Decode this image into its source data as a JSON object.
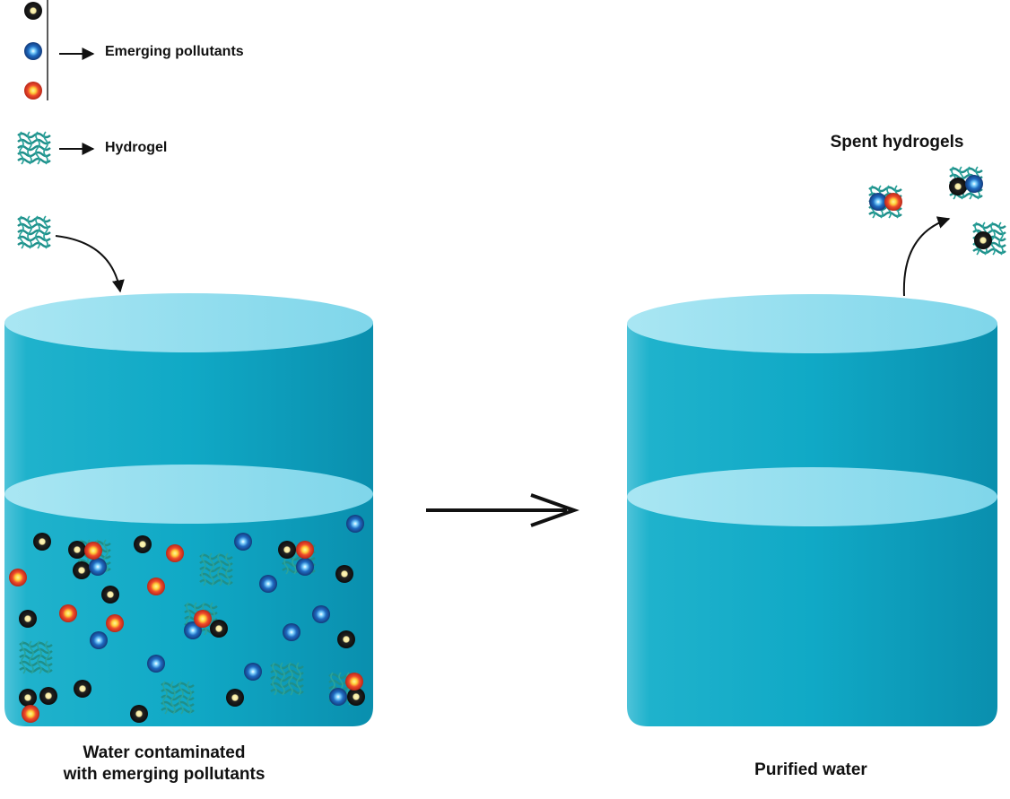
{
  "legend": {
    "pollutants_label": "Emerging pollutants",
    "hydrogel_label": "Hydrogel",
    "pollutant_types": [
      "black-particle-icon",
      "blue-particle-icon",
      "red-particle-icon"
    ]
  },
  "left_tank": {
    "caption_line1": "Water contaminated",
    "caption_line2": "with emerging pollutants"
  },
  "right_tank": {
    "caption": "Purified water",
    "spent_label": "Spent hydrogels"
  },
  "colors": {
    "water": "#12a3c0",
    "water_dark": "#0a8fae",
    "ellipse_top": "#8fdcef",
    "hydrogel": "#1f8f8a",
    "particle_black": "#1a1a1a",
    "particle_blue": "#1a5aa8",
    "particle_red": "#e0402a"
  }
}
